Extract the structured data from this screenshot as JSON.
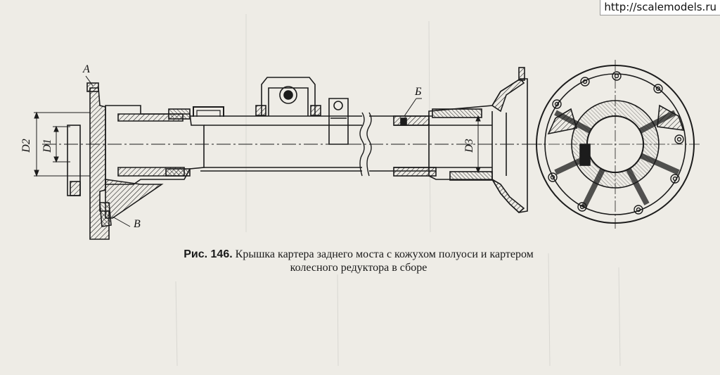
{
  "watermark": "http://scalemodels.ru",
  "caption": {
    "figure_number": "Рис. 146.",
    "line1": "Крышка картера заднего моста с кожухом полуоси и картером",
    "line2": "колесного редуктора в сборе"
  },
  "labels": {
    "a": "А",
    "b": "Б",
    "v": "В",
    "d1": "D1",
    "d2": "D2",
    "d3": "D3"
  },
  "colors": {
    "paper": "#eeece6",
    "ink": "#1c1c1c"
  }
}
